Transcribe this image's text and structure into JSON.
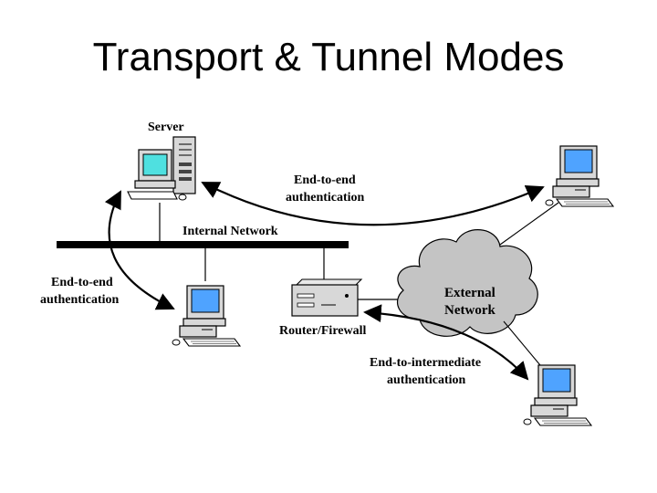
{
  "slide": {
    "title": "Transport & Tunnel Modes"
  },
  "diagram": {
    "labels": {
      "server": "Server",
      "internal_network": "Internal Network",
      "router_firewall": "Router/Firewall",
      "external_network_line1": "External",
      "external_network_line2": "Network",
      "e2e_top_line1": "End-to-end",
      "e2e_top_line2": "authentication",
      "e2e_left_line1": "End-to-end",
      "e2e_left_line2": "authentication",
      "e2i_line1": "End-to-intermediate",
      "e2i_line2": "authentication"
    },
    "colors": {
      "screen": "#4fe0e0",
      "screen_blue": "#4fa3ff",
      "casing": "#d8d8d8",
      "line": "#000000"
    },
    "icons": [
      "server-icon",
      "workstation-icon",
      "router-icon",
      "cloud-icon"
    ]
  }
}
